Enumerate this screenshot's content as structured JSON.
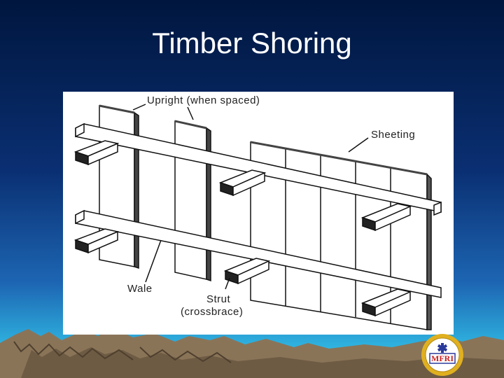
{
  "slide": {
    "title": "Timber Shoring"
  },
  "diagram": {
    "labels": {
      "upright": "Upright (when spaced)",
      "sheeting": "Sheeting",
      "wale": "Wale",
      "strut": "Strut",
      "crossbrace": "(crossbrace)"
    }
  },
  "logo": {
    "text": "MFRI",
    "icon": "star-of-life-icon"
  },
  "colors": {
    "background_top": "#00163e",
    "background_bottom": "#3fd0ee",
    "title_text": "#ffffff",
    "mountain": "#8a7458",
    "logo_gold": "#e0b020",
    "logo_blue": "#2a3a9a",
    "logo_red": "#c82020"
  }
}
